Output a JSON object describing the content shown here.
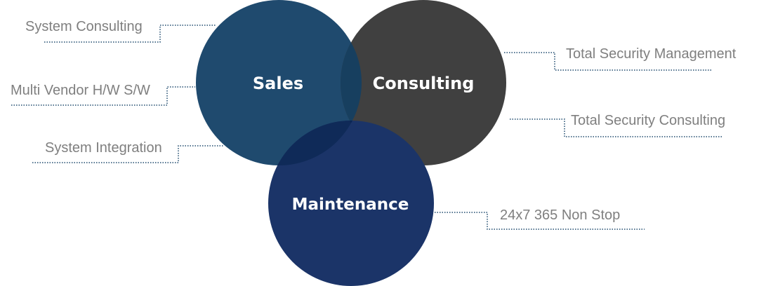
{
  "colors": {
    "sales": "#1f4a6e",
    "consulting": "#404040",
    "maintenance": "#1b3468",
    "sales_consulting_overlap": "#173f5f",
    "sales_maintenance_overlap": "#0f2a58",
    "center_overlap": "#0b2454",
    "callout_text": "#7f7f7f",
    "leader_line": "#1f4a6e"
  },
  "circles": {
    "sales": "Sales",
    "consulting": "Consulting",
    "maintenance": "Maintenance"
  },
  "callouts": {
    "system_consulting": "System Consulting",
    "multi_vendor": "Multi Vendor H/W S/W",
    "system_integration": "System Integration",
    "total_security_management": "Total Security Management",
    "total_security_consulting": "Total Security Consulting",
    "non_stop": "24x7 365 Non Stop"
  }
}
